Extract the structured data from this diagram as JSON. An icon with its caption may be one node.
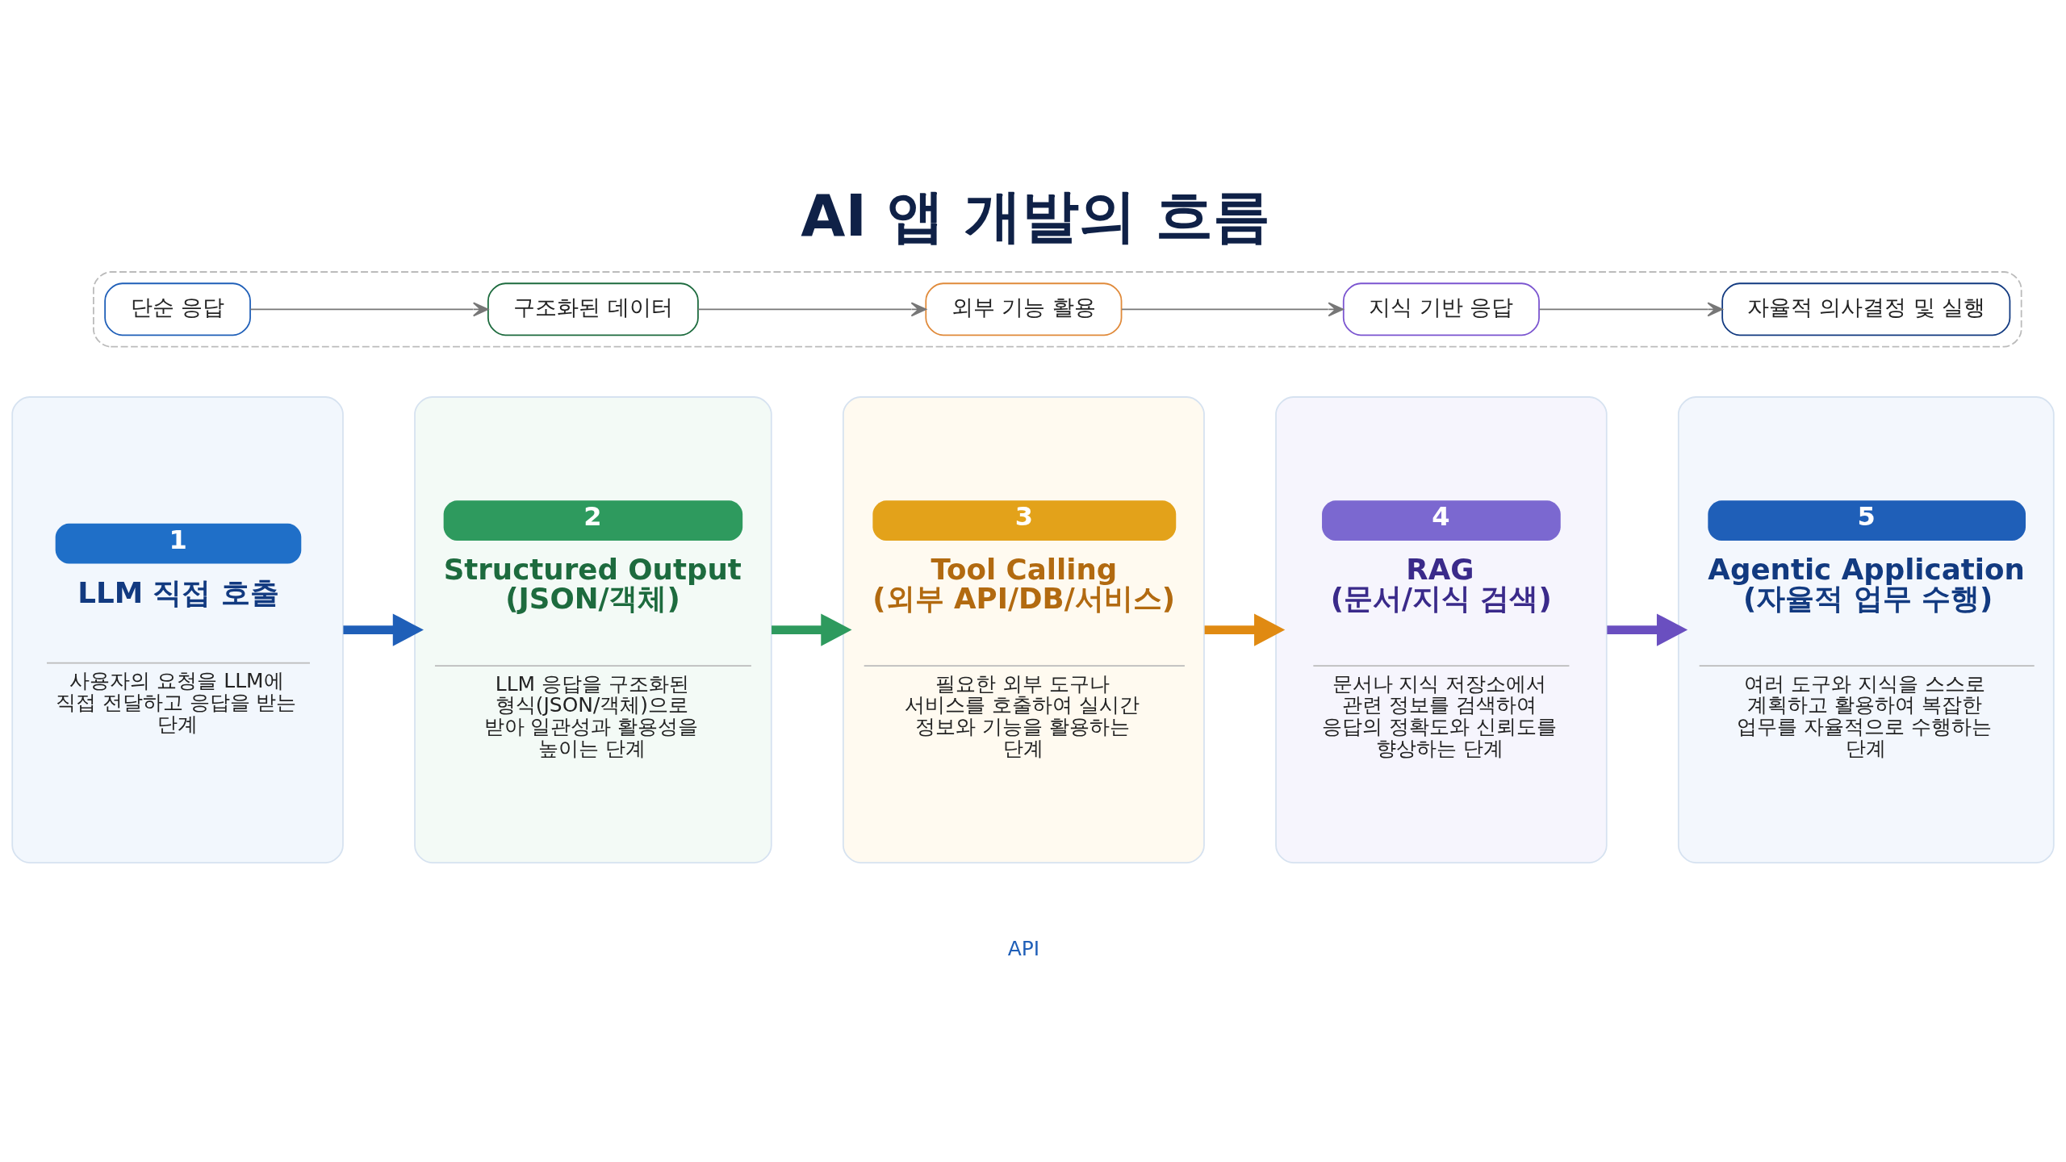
{
  "diagram": {
    "title": "AI 앱 개발의 흐름",
    "nodes": [
      {
        "text": [
          "1",
          "LLM 직접 호출",
          "사용자의 요청을 LLM에 직접 전달하고 응답을 받는 단계"
        ]
      },
      {
        "text": [
          "2",
          "Structured Output (JSON/객체)",
          "LLM 응답을 구조화된 형식(JSON/객체)으로 받아 일관성과 활용성을 높이는 단계"
        ]
      },
      {
        "text": [
          "3",
          "Tool Calling (외부 API/DB/서비스)",
          "필요한 외부 도구나 서비스를 호출하여 실시간 정보와 기능을 활용하는 단계"
        ]
      },
      {
        "text": [
          "4",
          "RAG (문서/지식 검색)",
          "문서나 지식 저장소에서 관련 정보를 검색하여 응답의 정확도와 신뢰도를 향상하는 단계"
        ]
      },
      {
        "text": [
          "5",
          "Agentic Application (자율적 업무 수행)",
          "여러 도구와 지식을 스스로 계획하고 활용하여 복잡한 업무를 자율적으로 수행하는 단계"
        ]
      },
      {
        "text": [],
        "shape": "box"
      },
      {
        "text": [
          "단순 응답"
        ],
        "in": 5
      },
      {
        "text": [
          "구조화된 데이터"
        ],
        "in": 5
      },
      {
        "text": [
          "외부 기능 활용"
        ],
        "in": 5
      },
      {
        "text": [
          "지식 기반 응답"
        ],
        "in": 5
      },
      {
        "text": [
          "자율적 의사결정 및 실행"
        ],
        "in": 5
      }
    ],
    "edges": [
      {
        "from": 0,
        "to": 1,
        "arrow": "to",
        "style": "thick",
        "color": "#1f5fb8"
      },
      {
        "from": 1,
        "to": 2,
        "arrow": "to",
        "style": "thick",
        "color": "#2e9a5e"
      },
      {
        "from": 2,
        "to": 3,
        "arrow": "to",
        "style": "thick",
        "color": "#e08a12"
      },
      {
        "from": 3,
        "to": 4,
        "arrow": "to",
        "style": "thick",
        "color": "#6a4fc0"
      },
      {
        "from": 6,
        "to": 7,
        "arrow": "to"
      },
      {
        "from": 7,
        "to": 8,
        "arrow": "to"
      },
      {
        "from": 8,
        "to": 9,
        "arrow": "to"
      },
      {
        "from": 9,
        "to": 10,
        "arrow": "to"
      }
    ],
    "labels": [
      "API"
    ]
  }
}
